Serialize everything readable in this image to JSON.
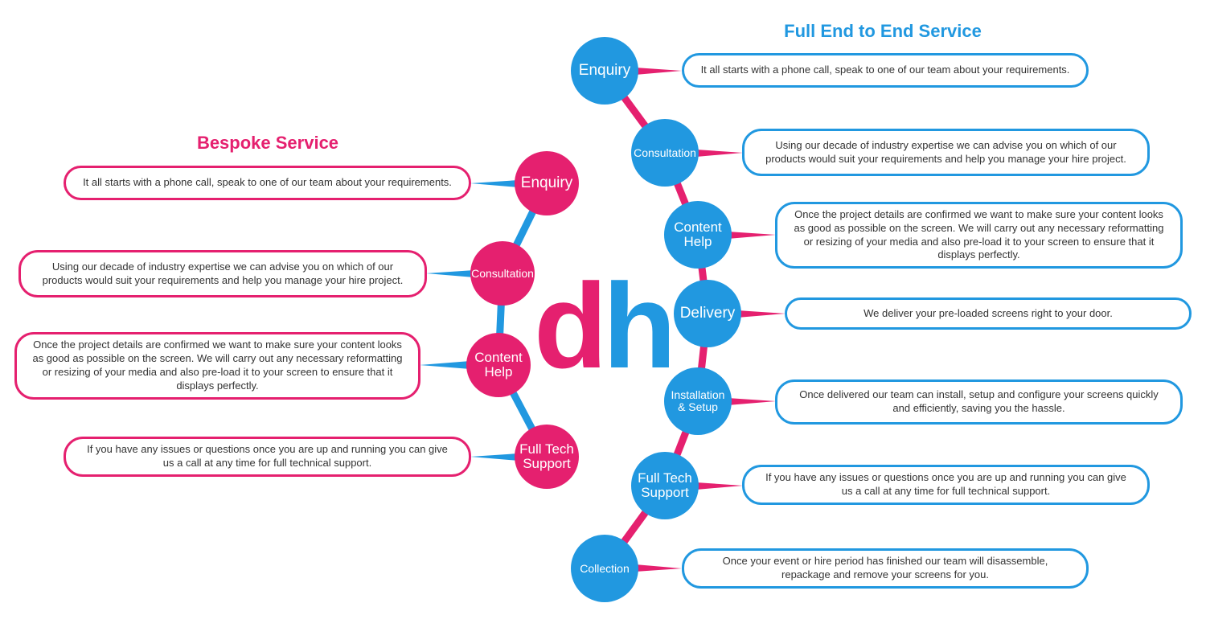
{
  "logo": {
    "d": "d",
    "h": "h"
  },
  "bespoke": {
    "title": "Bespoke Service",
    "steps": [
      {
        "label": "Enquiry",
        "text": "It all starts with a phone call, speak to one of our team about your requirements."
      },
      {
        "label": "Consultation",
        "text": "Using our decade of industry expertise we can advise you on which of our products would suit your requirements and help you manage your hire project."
      },
      {
        "label": "Content\nHelp",
        "text": "Once the project details are confirmed we want to make sure your content looks as good as possible on the screen. We will carry out any necessary reformatting or resizing of your media and also pre-load it to your screen to ensure that it displays perfectly."
      },
      {
        "label": "Full Tech\nSupport",
        "text": "If you have any issues or questions once you are up and running you can give us a call at any time for full technical support."
      }
    ]
  },
  "full": {
    "title": "Full End to End Service",
    "steps": [
      {
        "label": "Enquiry",
        "text": "It all starts with a phone call, speak to one of our team about your requirements."
      },
      {
        "label": "Consultation",
        "text": "Using our decade of industry expertise we can advise you on which of our products would suit your requirements and help you manage your hire project."
      },
      {
        "label": "Content\nHelp",
        "text": "Once the project details are confirmed we want to make sure your content looks as good as possible on the screen. We will carry out any necessary reformatting or resizing of your media and also pre-load it to your screen to ensure that it displays perfectly."
      },
      {
        "label": "Delivery",
        "text": "We deliver your pre-loaded screens right to your door."
      },
      {
        "label": "Installation\n& Setup",
        "text": "Once delivered our team can install, setup and configure your screens quickly and efficiently, saving you the hassle."
      },
      {
        "label": "Full Tech\nSupport",
        "text": "If you have any issues or questions once you are up and running you can give us a call at any time for full technical support."
      },
      {
        "label": "Collection",
        "text": "Once your event or hire period has finished our team will disassemble, repackage and remove your screens for you."
      }
    ]
  },
  "colors": {
    "pink": "#e5206f",
    "blue": "#2198e0"
  }
}
